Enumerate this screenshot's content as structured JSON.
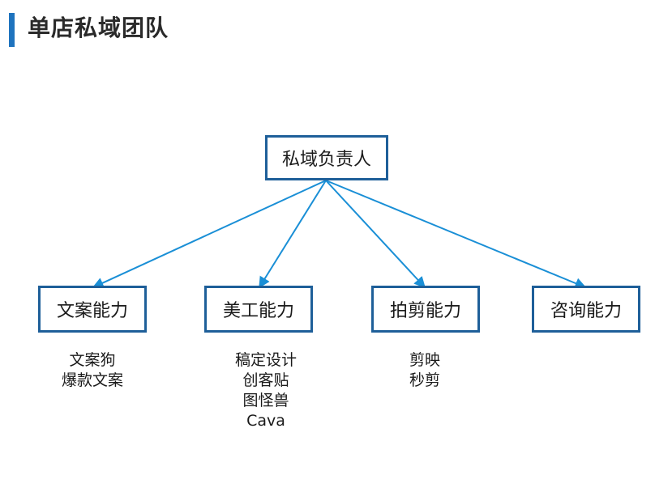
{
  "page": {
    "title": "单店私域团队"
  },
  "diagram": {
    "root": {
      "label": "私域负责人"
    },
    "children": [
      {
        "label": "文案能力",
        "tools": [
          "文案狗",
          "爆款文案"
        ]
      },
      {
        "label": "美工能力",
        "tools": [
          "稿定设计",
          "创客贴",
          "图怪兽",
          "Cava"
        ]
      },
      {
        "label": "拍剪能力",
        "tools": [
          "剪映",
          "秒剪"
        ]
      },
      {
        "label": "咨询能力",
        "tools": []
      }
    ],
    "edge_color": "#1a8fd6",
    "box_border_color": "#1e5f99",
    "accent_color": "#1e73be"
  }
}
